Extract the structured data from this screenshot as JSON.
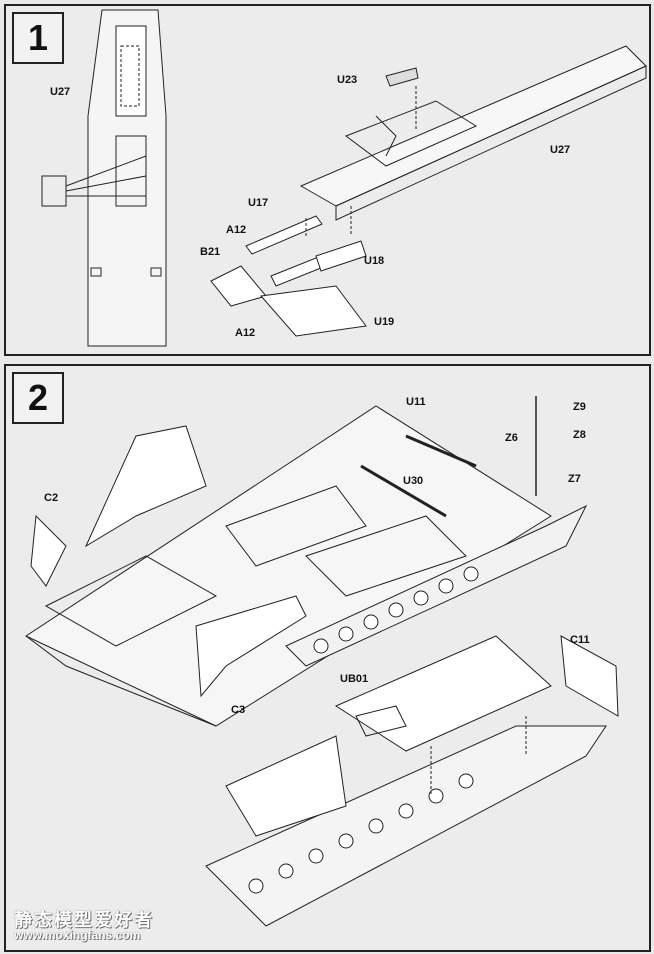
{
  "step1": {
    "number": "1",
    "labels": [
      "U27",
      "U23",
      "U27",
      "U17",
      "A12",
      "B21",
      "U18",
      "A12",
      "U19"
    ]
  },
  "step2": {
    "number": "2",
    "labels": [
      "U11",
      "Z9",
      "Z6",
      "Z8",
      "U30",
      "Z7",
      "C2",
      "C11",
      "UB01",
      "C3"
    ]
  },
  "watermark": {
    "title": "静态模型爱好者",
    "url": "www.moxingfans.com"
  }
}
